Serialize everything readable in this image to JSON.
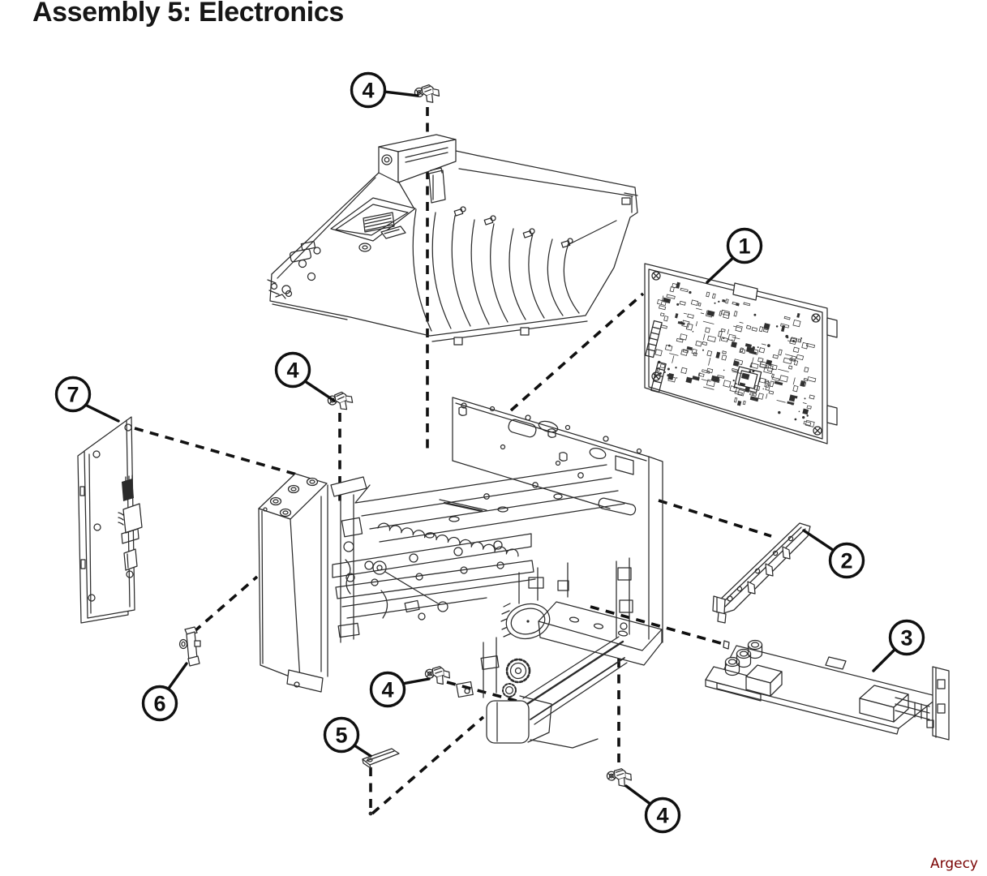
{
  "page": {
    "title": "Assembly 5: Electronics",
    "watermark": "Argecy"
  },
  "colors": {
    "line_art": "#2b2b2b",
    "callout": "#101010",
    "watermark": "#7a0404",
    "background": "#ffffff"
  },
  "callouts": [
    {
      "label": "1"
    },
    {
      "label": "2"
    },
    {
      "label": "3"
    },
    {
      "label": "4"
    },
    {
      "label": "4"
    },
    {
      "label": "4"
    },
    {
      "label": "4"
    },
    {
      "label": "5"
    },
    {
      "label": "6"
    },
    {
      "label": "7"
    }
  ]
}
